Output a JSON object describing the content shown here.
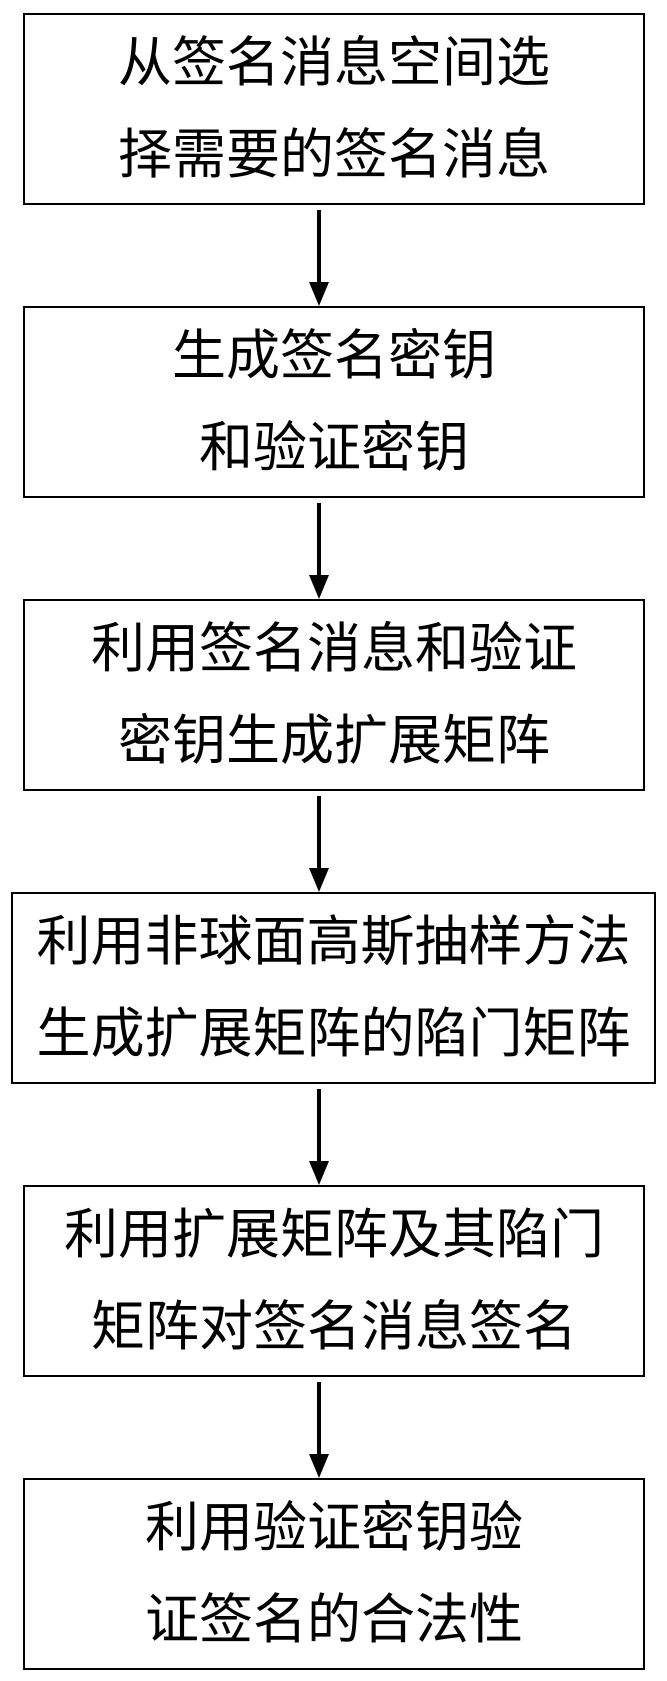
{
  "steps": [
    {
      "lines": [
        "从签名消息空间选",
        "择需要的签名消息"
      ]
    },
    {
      "lines": [
        "生成签名密钥",
        "和验证密钥"
      ]
    },
    {
      "lines": [
        "利用签名消息和验证",
        "密钥生成扩展矩阵"
      ]
    },
    {
      "lines": [
        "利用非球面高斯抽样方法",
        "生成扩展矩阵的陷门矩阵"
      ]
    },
    {
      "lines": [
        "利用扩展矩阵及其陷门",
        "矩阵对签名消息签名"
      ]
    },
    {
      "lines": [
        "利用验证密钥验",
        "证签名的合法性"
      ]
    }
  ]
}
